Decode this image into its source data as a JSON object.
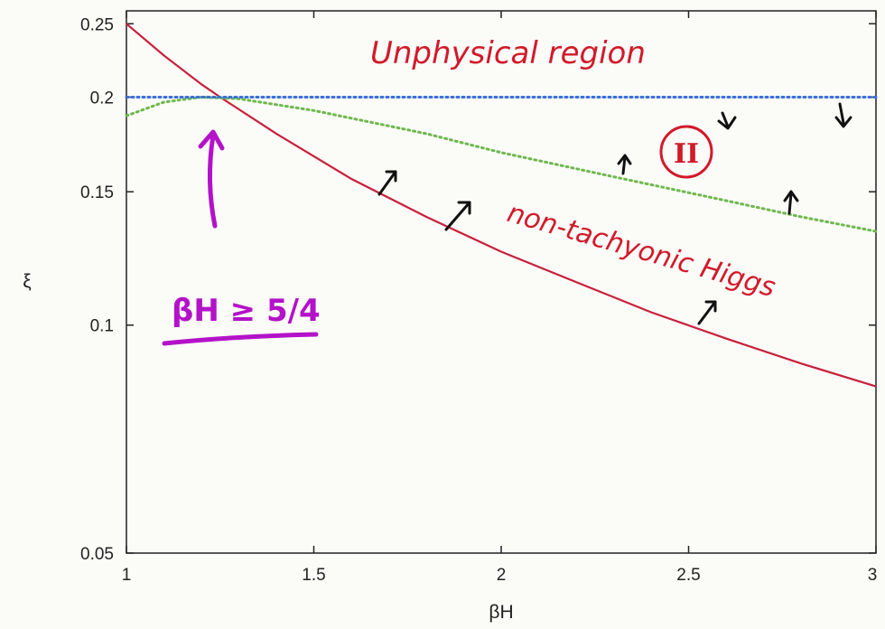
{
  "chart_data": {
    "type": "line",
    "xlabel": "βH",
    "ylabel": "ξ",
    "xlim": [
      1,
      3
    ],
    "ylim": [
      0.05,
      0.26
    ],
    "log_y": true,
    "grid": false,
    "x_ticks": [
      {
        "value": 1,
        "label": "1"
      },
      {
        "value": 1.5,
        "label": "1.5"
      },
      {
        "value": 2,
        "label": "2"
      },
      {
        "value": 2.5,
        "label": "2.5"
      },
      {
        "value": 3,
        "label": "3"
      }
    ],
    "y_ticks": [
      {
        "value": 0.05,
        "label": "0.05"
      },
      {
        "value": 0.1,
        "label": "0.1"
      },
      {
        "value": 0.15,
        "label": "0.15"
      },
      {
        "value": 0.2,
        "label": "0.2"
      },
      {
        "value": 0.25,
        "label": "0.25"
      }
    ],
    "series": [
      {
        "color": "#c8203c",
        "style": "solid",
        "x": [
          1.0,
          1.1,
          1.2,
          1.25,
          1.4,
          1.6,
          1.8,
          2.0,
          2.2,
          2.4,
          2.6,
          2.8,
          3.0
        ],
        "y": [
          0.25,
          0.227,
          0.208,
          0.2,
          0.179,
          0.156,
          0.139,
          0.125,
          0.114,
          0.104,
          0.096,
          0.089,
          0.083
        ]
      },
      {
        "color": "#6fb84e",
        "style": "dotted",
        "x": [
          1.0,
          1.1,
          1.2,
          1.3,
          1.5,
          1.8,
          2.0,
          2.3,
          2.6,
          2.8,
          3.0
        ],
        "y": [
          0.189,
          0.197,
          0.2,
          0.199,
          0.192,
          0.179,
          0.169,
          0.157,
          0.146,
          0.139,
          0.133
        ]
      },
      {
        "color": "#3b6fd6",
        "style": "dotted",
        "x": [
          1.0,
          3.0
        ],
        "y": [
          0.2,
          0.2
        ]
      }
    ],
    "annotations": {
      "unphysical": "Unphysical region",
      "region_label": "II",
      "non_tachyonic": "non-tachyonic Higgs",
      "beta_condition": "βH ≥ 5/4"
    }
  },
  "colors": {
    "annotation_red": "#d11a2a",
    "annotation_purple": "#b312c8",
    "arrow": "#111111"
  }
}
